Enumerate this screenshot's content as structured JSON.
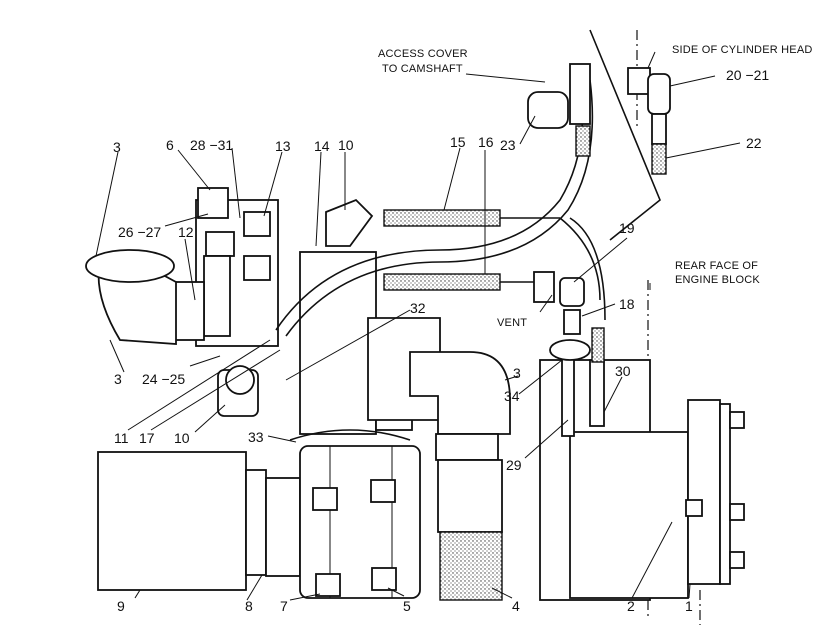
{
  "labels": {
    "access_cover_line1": "ACCESS COVER",
    "access_cover_line2": "TO CAMSHAFT",
    "side_cylinder_head": "SIDE OF CYLINDER HEAD",
    "rear_face_line1": "REAR FACE OF",
    "rear_face_line2": "ENGINE BLOCK",
    "vent": "VENT"
  },
  "callouts": {
    "c1": "1",
    "c2": "2",
    "c3a": "3",
    "c3b": "3",
    "c3c": "3",
    "c4": "4",
    "c5": "5",
    "c6": "6",
    "c7": "7",
    "c8": "8",
    "c9": "9",
    "c10a": "10",
    "c10b": "10",
    "c11": "11",
    "c12": "12",
    "c13": "13",
    "c14": "14",
    "c15": "15",
    "c16": "16",
    "c17": "17",
    "c18": "18",
    "c19": "19",
    "c20_21": "20 −21",
    "c22": "22",
    "c23": "23",
    "c24_25": "24 −25",
    "c26_27": "26 −27",
    "c28_31": "28 −31",
    "c29": "29",
    "c30": "30",
    "c32": "32",
    "c33": "33",
    "c34": "34"
  }
}
